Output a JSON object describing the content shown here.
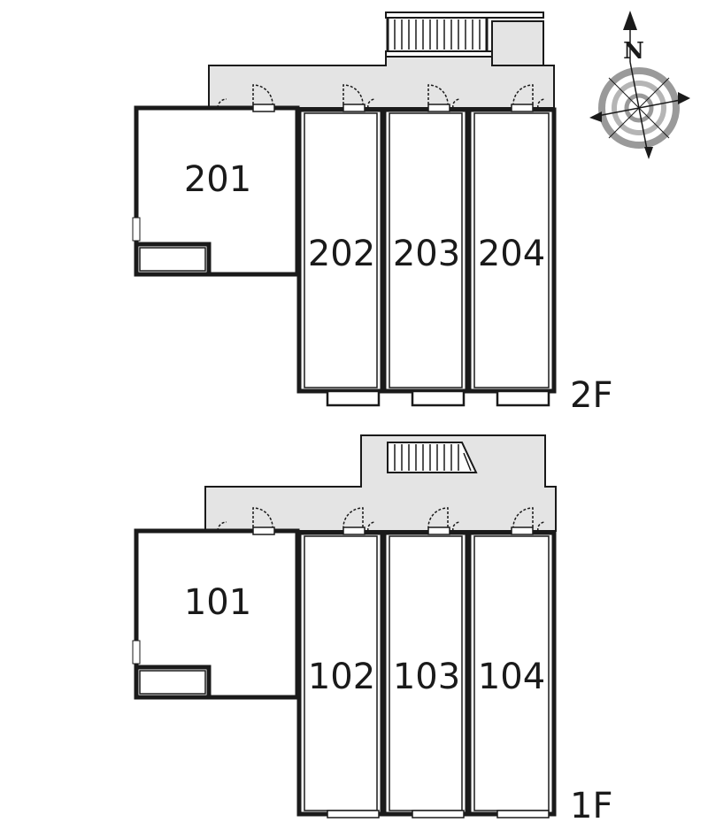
{
  "compass": {
    "north_label": "N",
    "icon": "compass-rose-icon"
  },
  "floors": [
    {
      "id": "2F",
      "label": "2F",
      "units": [
        "201",
        "202",
        "203",
        "204"
      ]
    },
    {
      "id": "1F",
      "label": "1F",
      "units": [
        "101",
        "102",
        "103",
        "104"
      ]
    }
  ],
  "colors": {
    "wall": "#1a1a1a",
    "corridor": "#e4e4e4",
    "compass_ring": "#9a9a9a"
  }
}
